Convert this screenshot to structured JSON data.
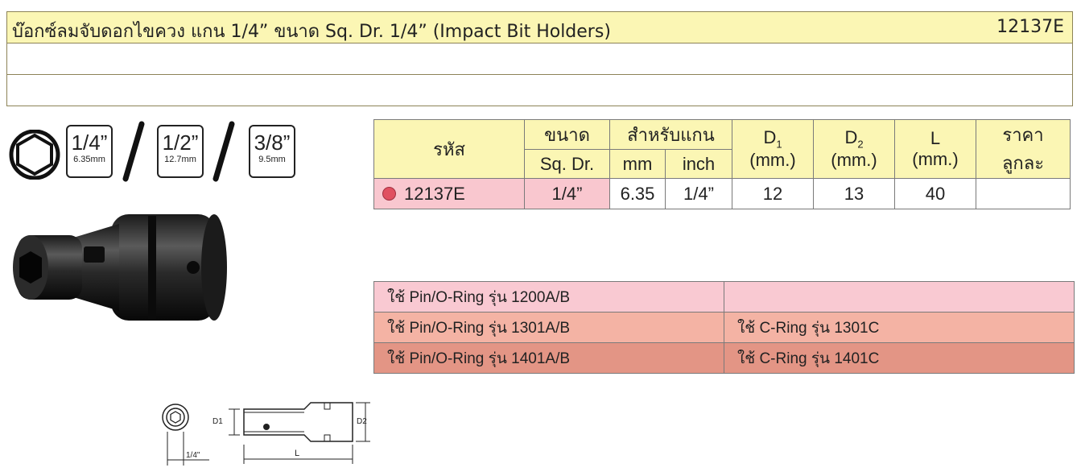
{
  "header": {
    "title": "บ๊อกซ์ลมจับดอกไขควง แกน 1/4” ขนาด Sq. Dr. 1/4” (Impact Bit Holders)",
    "code": "12137E"
  },
  "sizes": [
    {
      "big": "1/4”",
      "small": "6.35mm"
    },
    {
      "big": "1/2”",
      "small": "12.7mm"
    },
    {
      "big": "3/8”",
      "small": "9.5mm"
    }
  ],
  "spec_table": {
    "headers": {
      "code": "รหัส",
      "size_top": "ขนาด",
      "size_bottom": "Sq. Dr.",
      "shank": "สำหรับแกน",
      "mm": "mm",
      "inch": "inch",
      "d1": "D",
      "d1_sub": "1",
      "d2": "D",
      "d2_sub": "2",
      "unit": "(mm.)",
      "l": "L",
      "price_top": "ราคา",
      "price_bottom": "ลูกละ"
    },
    "rows": [
      {
        "code": "12137E",
        "size": "1/4”",
        "mm": "6.35",
        "inch": "1/4”",
        "d1": "12",
        "d2": "13",
        "l": "40",
        "price": ""
      }
    ]
  },
  "ring_table": [
    {
      "left": "ใช้ Pin/O-Ring รุ่น 1200A/B",
      "right": ""
    },
    {
      "left": "ใช้ Pin/O-Ring รุ่น 1301A/B",
      "right": "ใช้ C-Ring รุ่น 1301C"
    },
    {
      "left": "ใช้ Pin/O-Ring รุ่น 1401A/B",
      "right": "ใช้ C-Ring รุ่น 1401C"
    }
  ],
  "drawing_labels": {
    "d1": "D1",
    "d2": "D2",
    "l": "L",
    "drive": "1/4\""
  },
  "colors": {
    "header_yellow": "#fbf6b4",
    "code_pink": "#f9c7cf",
    "ring_row_1": "#f9c9d2",
    "ring_row_2": "#f4b3a4",
    "ring_row_3": "#e39585",
    "dot_red": "#e05060"
  }
}
